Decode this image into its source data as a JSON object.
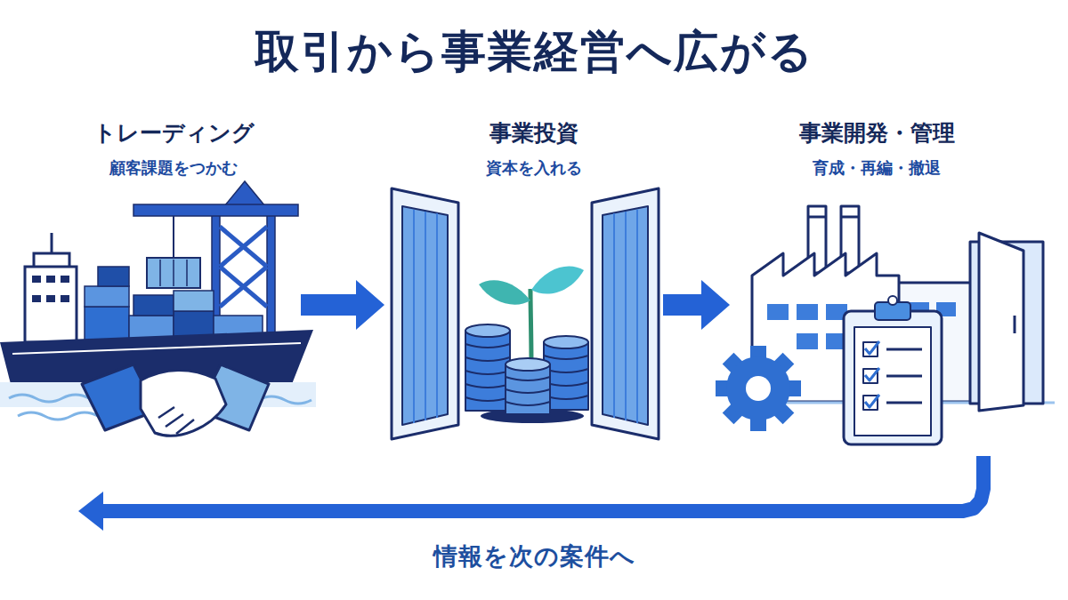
{
  "diagram": {
    "title": "取引から事業経営へ広がる",
    "nodes": [
      {
        "text": [
          "トレーディング",
          "顧客課題をつかむ"
        ]
      },
      {
        "text": [
          "事業投資",
          "資本を入れる"
        ]
      },
      {
        "text": [
          "事業開発・管理",
          "育成・再編・撤退"
        ]
      }
    ],
    "edges": [
      {
        "from": 0,
        "to": 1,
        "arrow": "to"
      },
      {
        "from": 1,
        "to": 2,
        "arrow": "to"
      },
      {
        "from": 2,
        "to": 0,
        "arrow": "to",
        "label": "情報を次の案件へ"
      }
    ]
  }
}
